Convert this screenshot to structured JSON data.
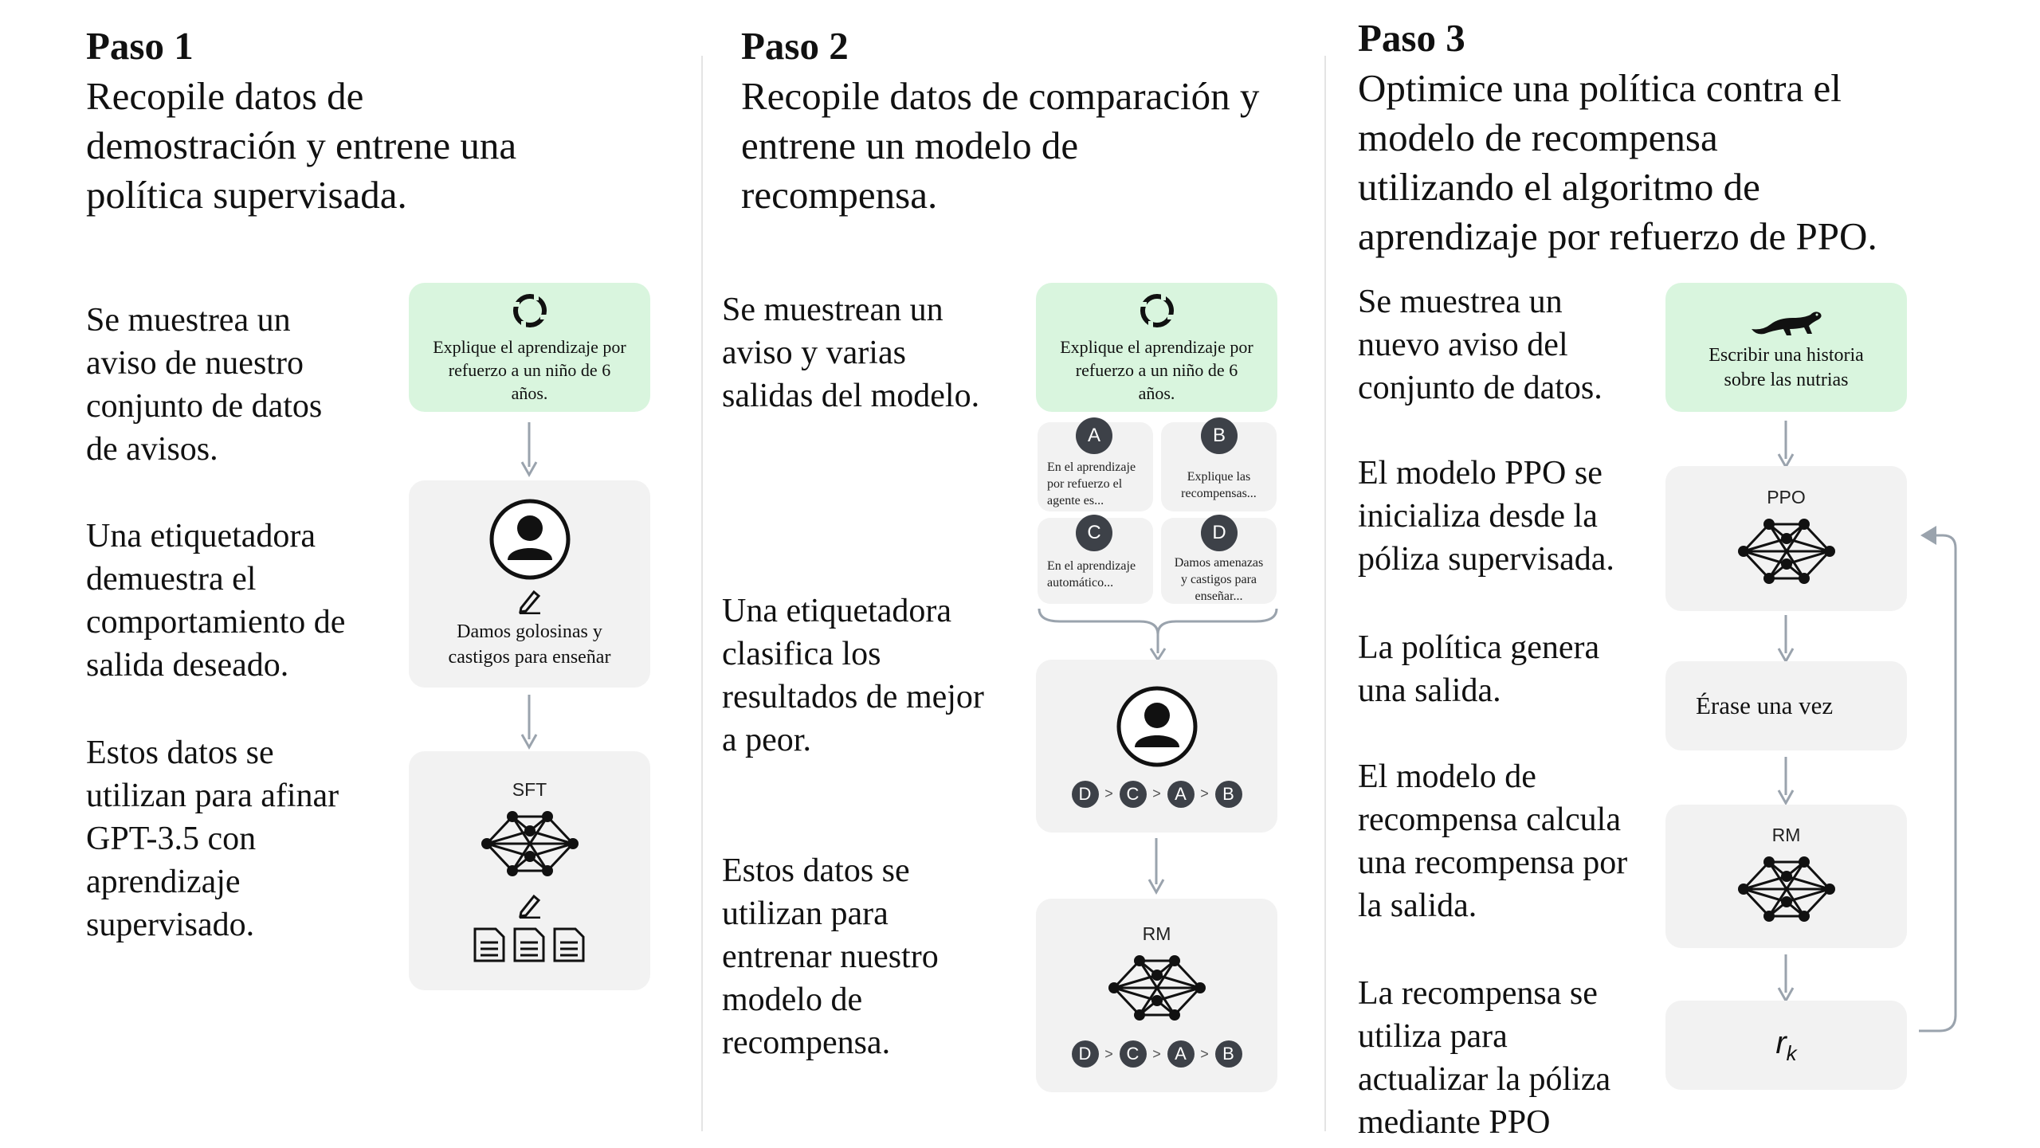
{
  "step1": {
    "title": "Paso 1",
    "description": [
      "Recopile datos de",
      "demostración y entrene una",
      "política supervisada."
    ],
    "texts": [
      [
        "Se muestrea un",
        "aviso de nuestro",
        "conjunto de datos",
        "de avisos."
      ],
      [
        "Una etiquetadora",
        "demuestra el",
        "comportamiento de",
        "salida deseado."
      ],
      [
        "Estos datos se",
        "utilizan para afinar",
        "GPT-3.5 con",
        "aprendizaje",
        "supervisado."
      ]
    ],
    "prompt_box": [
      "Explique el aprendizaje por",
      "refuerzo a un niño de 6",
      "años."
    ],
    "labeler_box": [
      "Damos golosinas y",
      "castigos para enseñar"
    ],
    "model_label": "SFT"
  },
  "step2": {
    "title": "Paso 2",
    "description": [
      "Recopile datos de comparación y",
      "entrene un modelo de",
      "recompensa."
    ],
    "texts": [
      [
        "Se muestrean un",
        "aviso y varias",
        "salidas del modelo."
      ],
      [
        "Una etiquetadora",
        "clasifica los",
        "resultados de mejor",
        "a peor."
      ],
      [
        "Estos datos se",
        "utilizan para",
        "entrenar nuestro",
        "modelo de",
        "recompensa."
      ]
    ],
    "prompt_box": [
      "Explique el aprendizaje por",
      "refuerzo a un niño de 6",
      "años."
    ],
    "options": [
      {
        "letter": "A",
        "lines": [
          "En el aprendizaje",
          "por refuerzo el",
          "agente es..."
        ]
      },
      {
        "letter": "B",
        "lines": [
          "Explique las",
          "recompensas..."
        ]
      },
      {
        "letter": "C",
        "lines": [
          "En el aprendizaje",
          "automático..."
        ]
      },
      {
        "letter": "D",
        "lines": [
          "Damos amenazas",
          "y castigos para",
          "enseñar..."
        ]
      }
    ],
    "ranking": [
      "D",
      "C",
      "A",
      "B"
    ],
    "ranking_separator": ">",
    "model_label": "RM"
  },
  "step3": {
    "title": "Paso 3",
    "description": [
      "Optimice una política contra el",
      "modelo de recompensa",
      "utilizando el algoritmo de",
      "aprendizaje por refuerzo de PPO."
    ],
    "texts": [
      [
        "Se muestrea un",
        "nuevo aviso del",
        "conjunto de datos."
      ],
      [
        "El modelo PPO se",
        "inicializa desde la",
        "póliza supervisada."
      ],
      [
        "La política genera",
        "una salida."
      ],
      [
        "El modelo de",
        "recompensa calcula",
        "una recompensa por",
        "la salida."
      ],
      [
        "La recompensa se",
        "utiliza para",
        "actualizar la póliza",
        "mediante PPO"
      ]
    ],
    "prompt_box": [
      "Escribir una historia",
      "sobre las nutrias"
    ],
    "ppo_label": "PPO",
    "output_text": "Érase una vez",
    "rm_label": "RM",
    "reward_symbol": "r",
    "reward_subscript": "k"
  },
  "colors": {
    "prompt_bg": "#d9f5de",
    "box_bg": "#f2f2f2",
    "arrow": "#9aa3ad",
    "badge": "#3d4148"
  }
}
